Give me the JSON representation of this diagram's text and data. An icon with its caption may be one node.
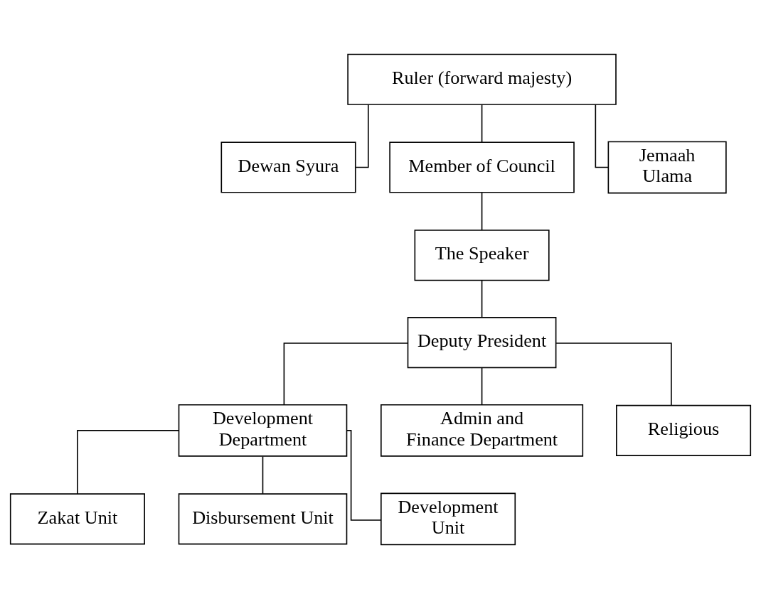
{
  "diagram": {
    "nodes": [
      {
        "text": [
          "Ruler (forward majesty)"
        ]
      },
      {
        "text": [
          "Dewan Syura"
        ]
      },
      {
        "text": [
          "Member of Council"
        ]
      },
      {
        "text": [
          "Jemaah Ulama"
        ]
      },
      {
        "text": [
          "The Speaker"
        ]
      },
      {
        "text": [
          "Deputy President"
        ]
      },
      {
        "text": [
          "Development Department"
        ]
      },
      {
        "text": [
          "Admin and Finance Department"
        ]
      },
      {
        "text": [
          "Religious"
        ]
      },
      {
        "text": [
          "Zakat Unit"
        ]
      },
      {
        "text": [
          "Disbursement Unit"
        ]
      },
      {
        "text": [
          "Development Unit"
        ]
      }
    ],
    "edges": [
      {
        "from": 0,
        "to": 1,
        "arrow": "none"
      },
      {
        "from": 0,
        "to": 2,
        "arrow": "none"
      },
      {
        "from": 0,
        "to": 3,
        "arrow": "none"
      },
      {
        "from": 2,
        "to": 4,
        "arrow": "none"
      },
      {
        "from": 4,
        "to": 5,
        "arrow": "none"
      },
      {
        "from": 5,
        "to": 6,
        "arrow": "none"
      },
      {
        "from": 5,
        "to": 7,
        "arrow": "none"
      },
      {
        "from": 5,
        "to": 8,
        "arrow": "none"
      },
      {
        "from": 6,
        "to": 9,
        "arrow": "none"
      },
      {
        "from": 6,
        "to": 10,
        "arrow": "none"
      },
      {
        "from": 6,
        "to": 11,
        "arrow": "none"
      }
    ]
  }
}
